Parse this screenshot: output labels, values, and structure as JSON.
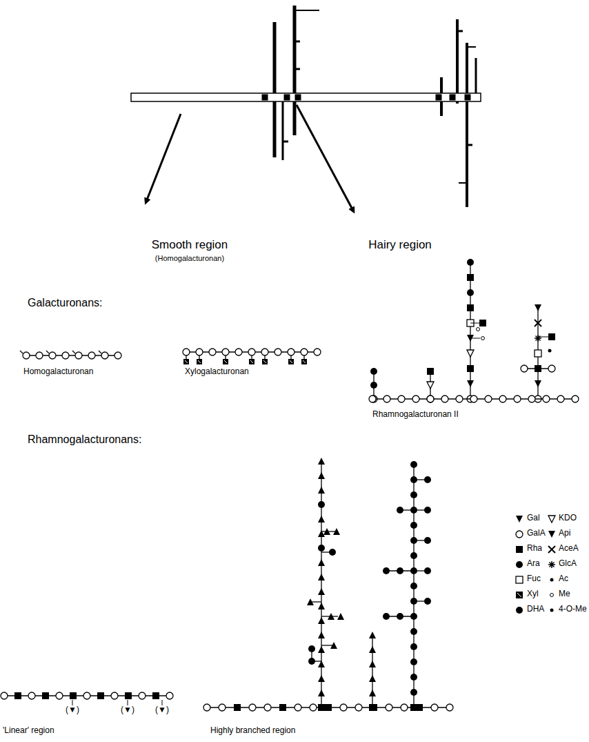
{
  "diagram": {
    "labels": [
      "Smooth region",
      "(Homogalacturonan)",
      "Hairy region",
      "Galacturonans:",
      "Homogalacturonan",
      "Xylogalacturonan",
      "Rhamnogalacturonan II",
      "Rhamnogalacturonans:",
      "(▼)",
      "(▼)",
      "(▼)",
      "'Linear' region",
      "Highly branched region"
    ],
    "legend": [
      {
        "text": "Gal"
      },
      {
        "text": "GalA"
      },
      {
        "text": "Rha"
      },
      {
        "text": "Ara"
      },
      {
        "text": "Fuc"
      },
      {
        "text": "Xyl"
      },
      {
        "text": "DHA"
      },
      {
        "text": "KDO"
      },
      {
        "text": "Api"
      },
      {
        "text": "AceA"
      },
      {
        "text": "GlcA"
      },
      {
        "text": "Ac"
      },
      {
        "text": "Me"
      },
      {
        "text": "4-O-Me"
      }
    ]
  }
}
